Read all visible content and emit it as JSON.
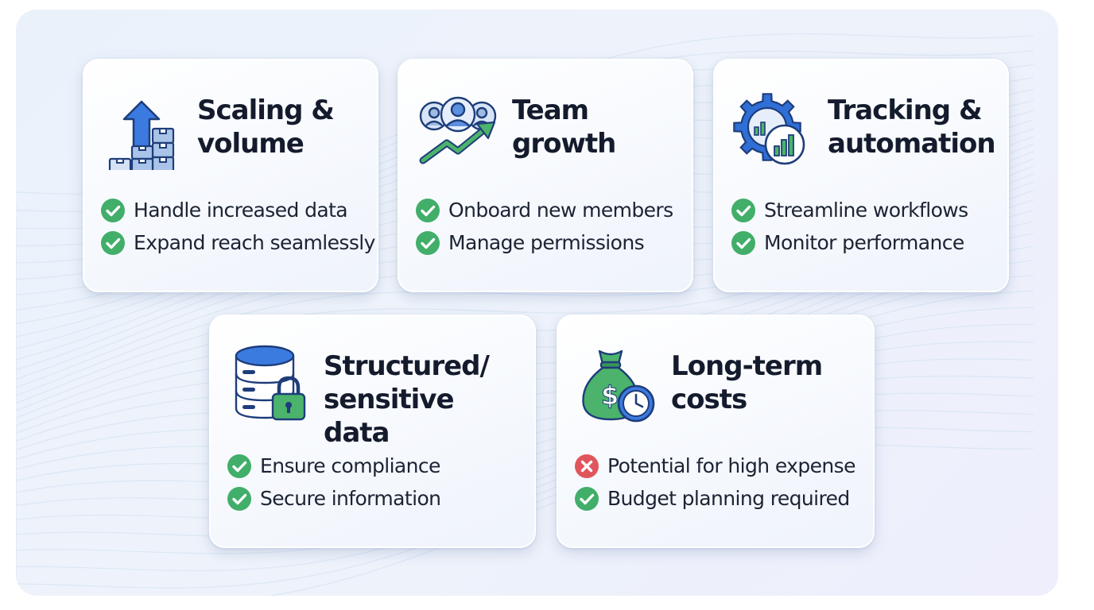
{
  "colors": {
    "check": "#41ae6a",
    "cross": "#e0555b",
    "blue": "#2f6fd6",
    "green": "#3aa05f"
  },
  "cards": [
    {
      "title": "Scaling &\nvolume",
      "icon": "scaling-boxes-icon",
      "items": [
        {
          "text": "Handle increased data",
          "status": "check"
        },
        {
          "text": "Expand reach seamlessly",
          "status": "check"
        }
      ]
    },
    {
      "title": "Team\ngrowth",
      "icon": "team-growth-icon",
      "items": [
        {
          "text": "Onboard new members",
          "status": "check"
        },
        {
          "text": "Manage permissions",
          "status": "check"
        }
      ]
    },
    {
      "title": "Tracking &\nautomation",
      "icon": "gear-chart-icon",
      "items": [
        {
          "text": "Streamline workflows",
          "status": "check"
        },
        {
          "text": "Monitor performance",
          "status": "check"
        }
      ]
    },
    {
      "title": "Structured/\nsensitive data",
      "icon": "database-lock-icon",
      "items": [
        {
          "text": "Ensure compliance",
          "status": "check"
        },
        {
          "text": "Secure information",
          "status": "check"
        }
      ]
    },
    {
      "title": "Long-term\ncosts",
      "icon": "money-bag-clock-icon",
      "items": [
        {
          "text": "Potential for high expense",
          "status": "cross"
        },
        {
          "text": "Budget planning required",
          "status": "check"
        }
      ]
    }
  ]
}
